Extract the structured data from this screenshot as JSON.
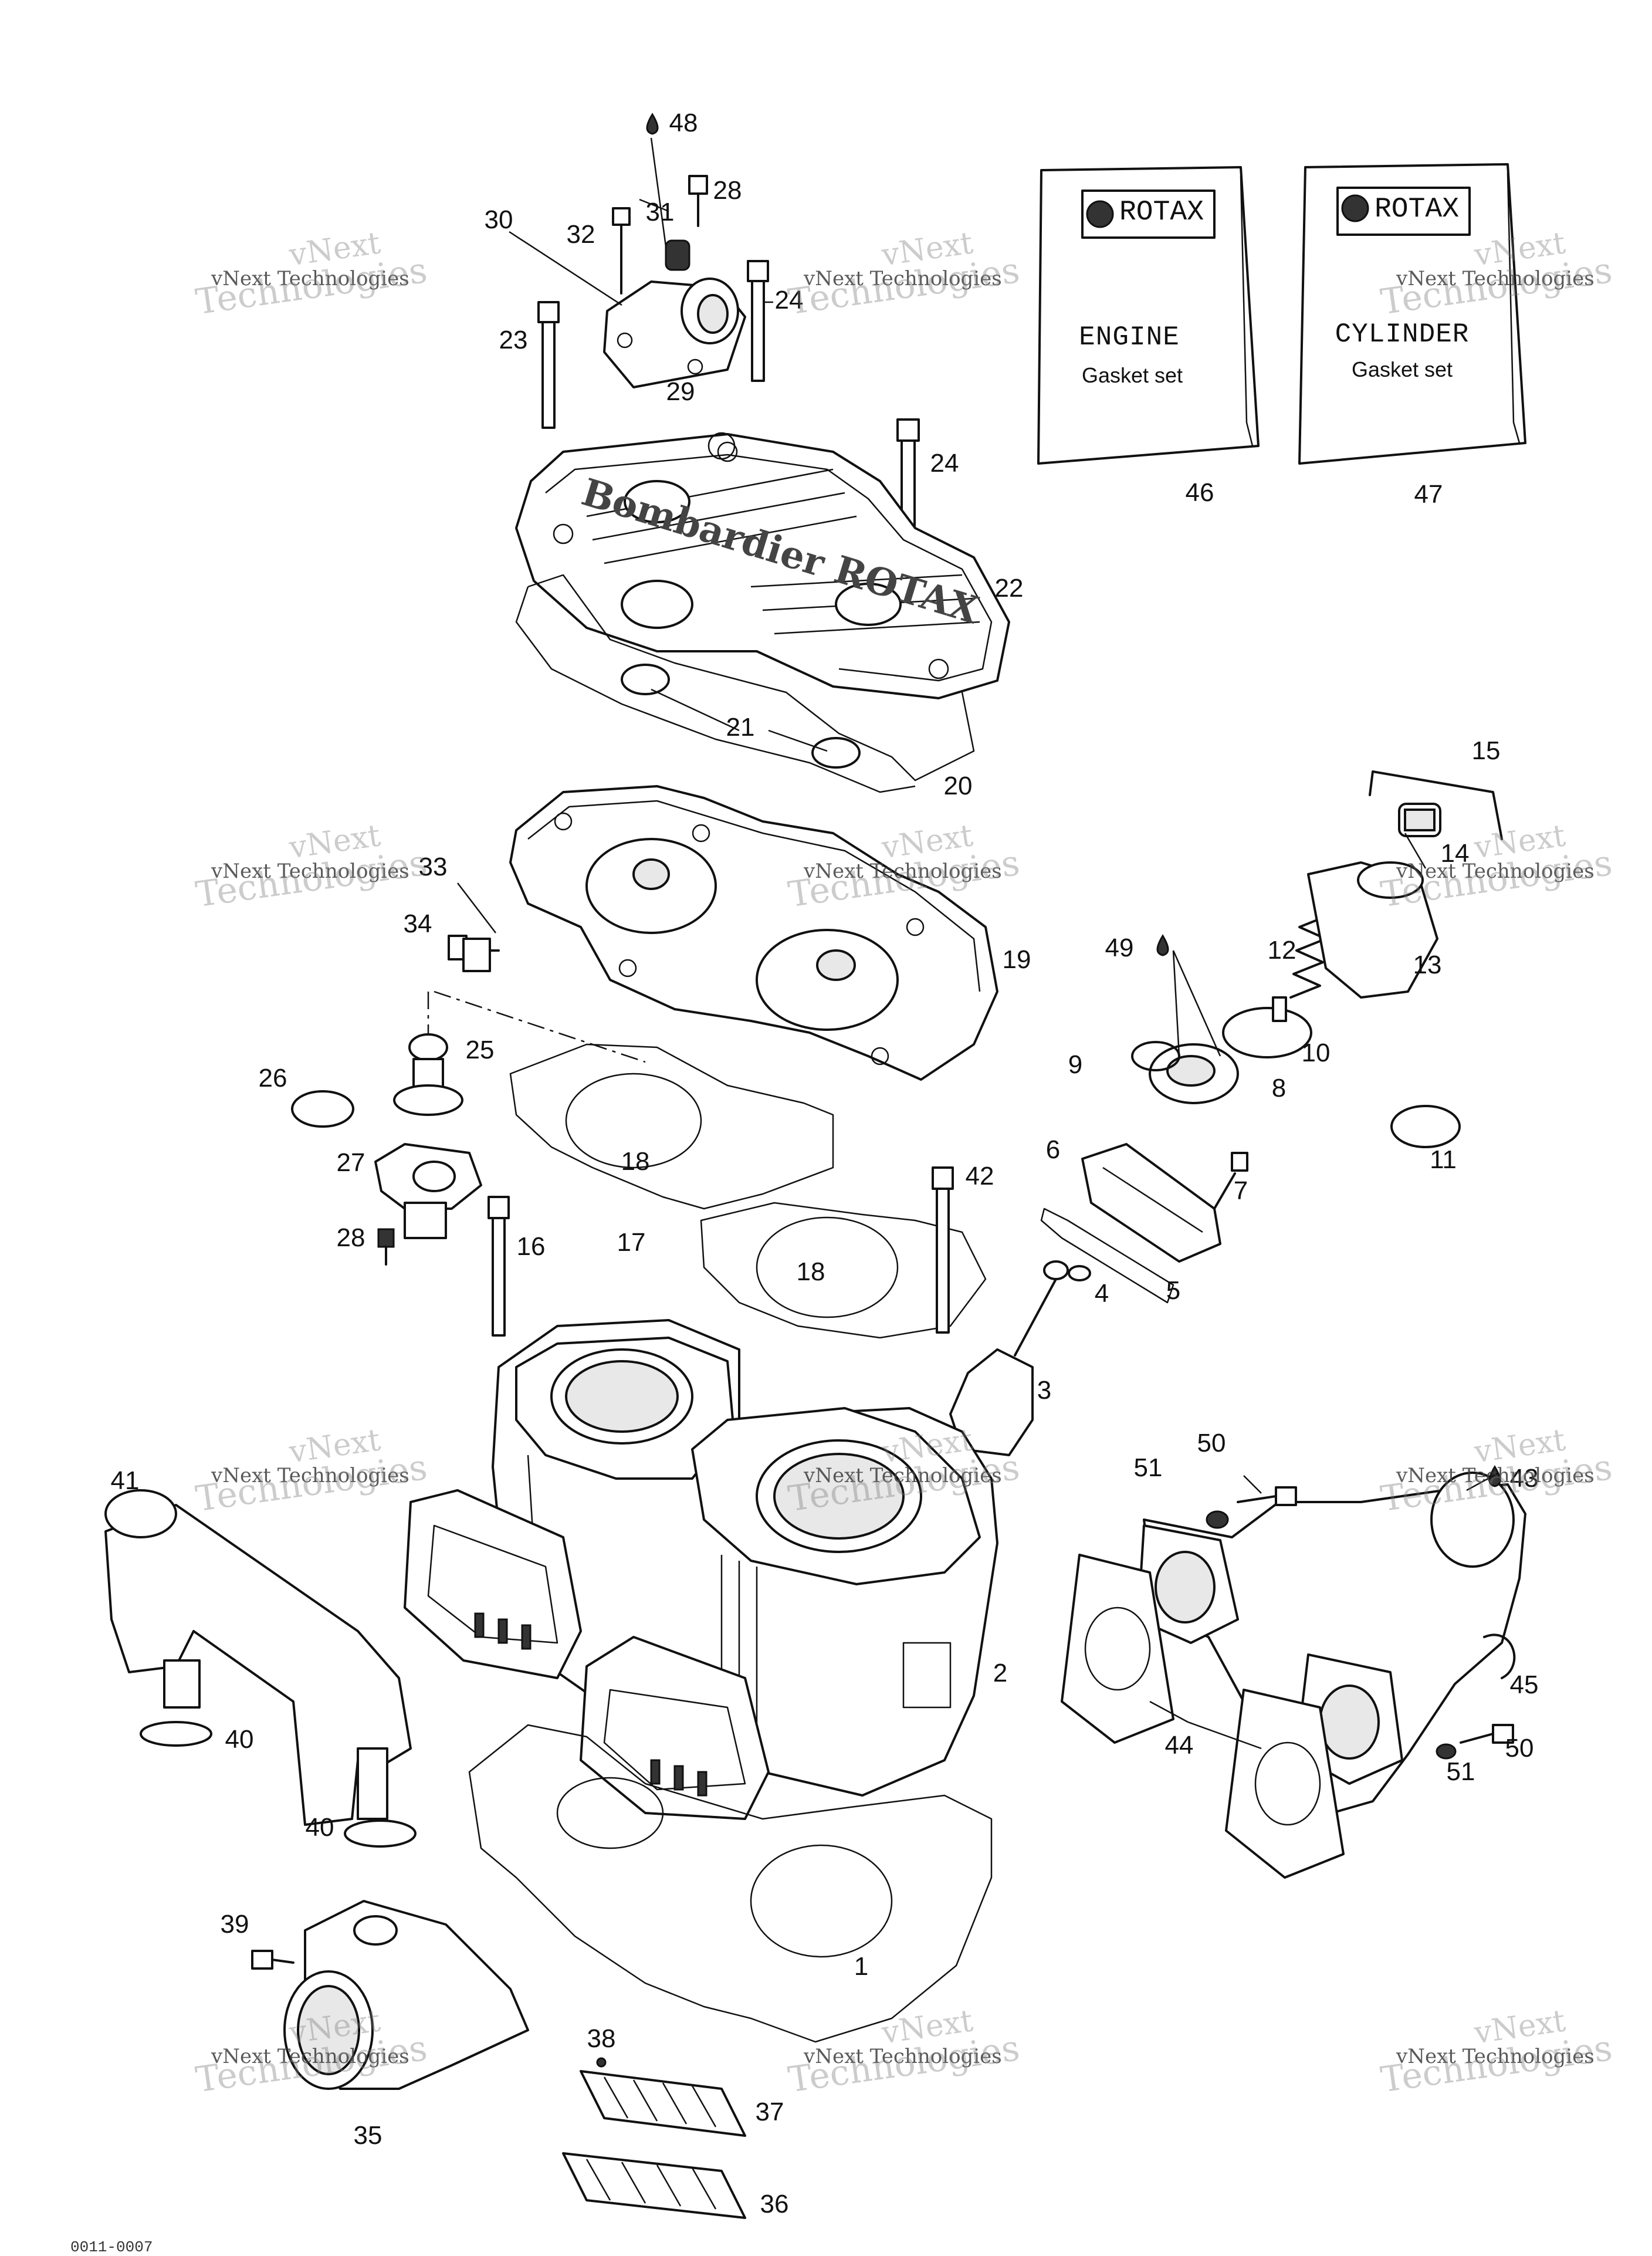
{
  "callouts": [
    "48",
    "28",
    "30",
    "32",
    "31",
    "24",
    "23",
    "29",
    "24",
    "46",
    "47",
    "22",
    "21",
    "20",
    "15",
    "14",
    "33",
    "34",
    "19",
    "49",
    "12",
    "13",
    "25",
    "26",
    "10",
    "9",
    "8",
    "18",
    "27",
    "6",
    "42",
    "7",
    "11",
    "28",
    "16",
    "17",
    "18",
    "4",
    "5",
    "3",
    "41",
    "50",
    "51",
    "43",
    "45",
    "2",
    "40",
    "44",
    "51",
    "50",
    "40",
    "1",
    "39",
    "38",
    "37",
    "35",
    "36"
  ],
  "booklets": {
    "engine": {
      "brand": "ROTAX",
      "line1": "ENGINE",
      "line2": "Gasket set"
    },
    "cylinder": {
      "brand": "ROTAX",
      "line1": "CYLINDER",
      "line2": "Gasket set"
    }
  },
  "head_cover_brand": "Bombardier ROTAX",
  "watermark": {
    "line1": "vNext",
    "line2": "vNext Technologies",
    "line3": "Technologies"
  },
  "footer_code": "0011-0007"
}
